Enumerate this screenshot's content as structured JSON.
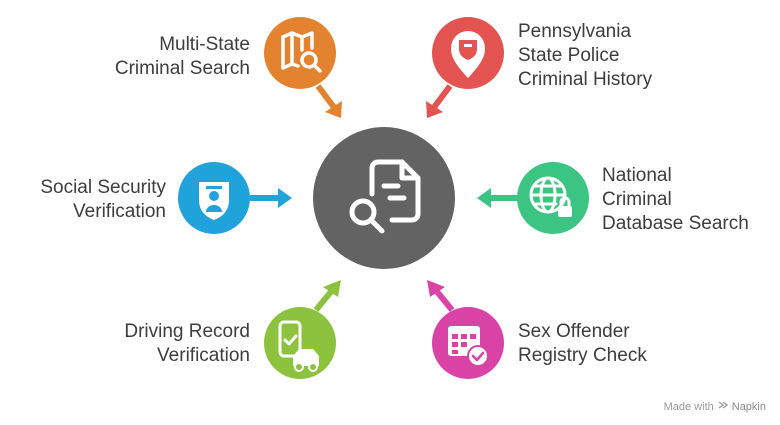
{
  "nodes": [
    {
      "id": "multi-state",
      "label": "Multi-State\nCriminal Search",
      "color": "#E4832F",
      "icon": "map-search-icon"
    },
    {
      "id": "pennsylvania",
      "label": "Pennsylvania\nState Police\nCriminal History",
      "color": "#E35450",
      "icon": "police-badge-pin-icon"
    },
    {
      "id": "social-security",
      "label": "Social Security\nVerification",
      "color": "#1FA3DA",
      "icon": "id-shield-icon"
    },
    {
      "id": "national",
      "label": "National\nCriminal\nDatabase Search",
      "color": "#3CC482",
      "icon": "globe-lock-icon"
    },
    {
      "id": "driving",
      "label": "Driving Record\nVerification",
      "color": "#8DC23E",
      "icon": "phone-car-icon"
    },
    {
      "id": "sex-offender",
      "label": "Sex Offender\nRegistry Check",
      "color": "#D943A6",
      "icon": "registry-check-icon"
    }
  ],
  "center": {
    "color": "#636363",
    "icon": "document-search-icon"
  },
  "watermark": {
    "prefix": "Made with",
    "brand": "Napkin"
  }
}
